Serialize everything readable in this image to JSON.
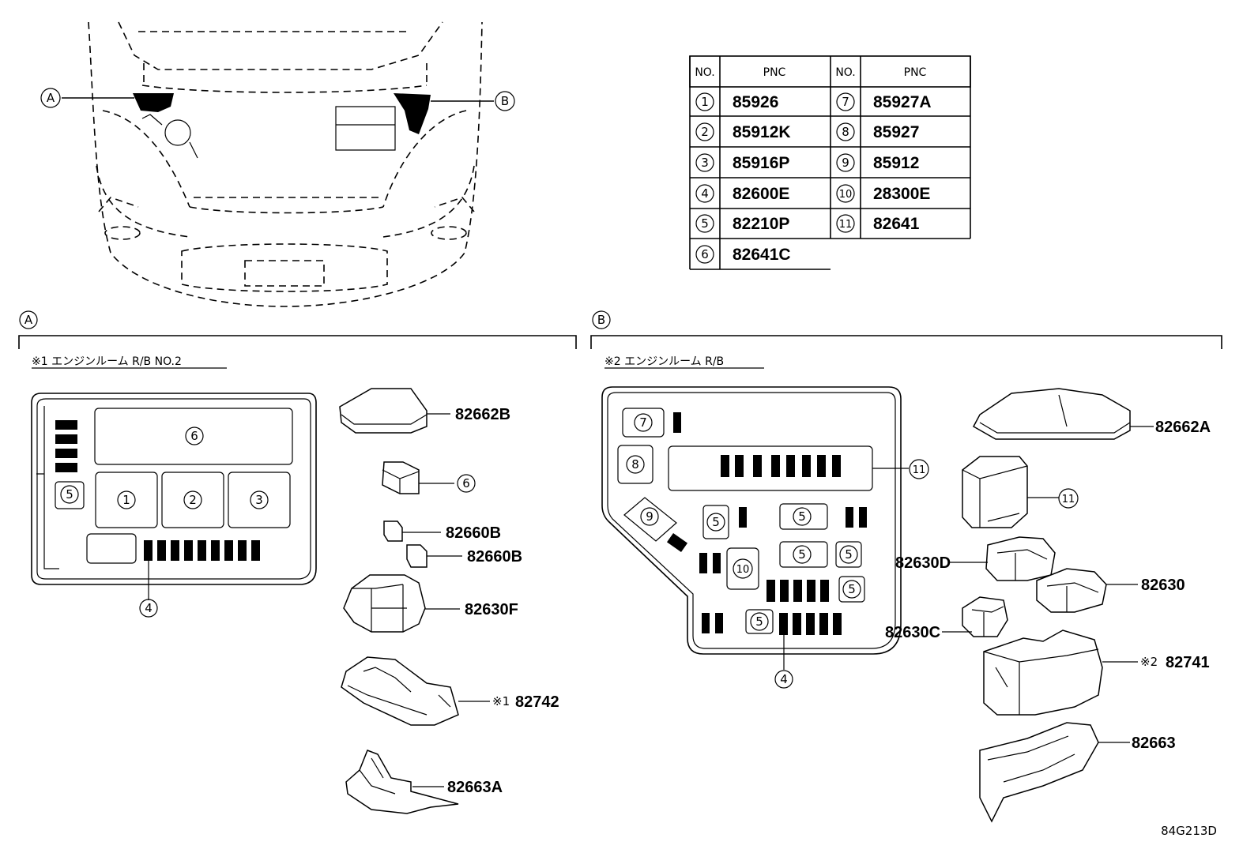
{
  "table": {
    "headers": [
      "NO.",
      "PNC",
      "NO.",
      "PNC"
    ],
    "rows": [
      {
        "no": "1",
        "pnc": "85926",
        "no2": "7",
        "pnc2": "85927A"
      },
      {
        "no": "2",
        "pnc": "85912K",
        "no2": "8",
        "pnc2": "85927"
      },
      {
        "no": "3",
        "pnc": "85916P",
        "no2": "9",
        "pnc2": "85912"
      },
      {
        "no": "4",
        "pnc": "82600E",
        "no2": "10",
        "pnc2": "28300E"
      },
      {
        "no": "5",
        "pnc": "82210P",
        "no2": "11",
        "pnc2": "82641"
      },
      {
        "no": "6",
        "pnc": "82641C",
        "no2": "",
        "pnc2": ""
      }
    ]
  },
  "overview": {
    "marker_a": "A",
    "marker_b": "B"
  },
  "section_a": {
    "marker": "A",
    "title": "※1 エンジンルーム R/B NO.2",
    "box_labels": {
      "c6": "6",
      "c1": "1",
      "c2": "2",
      "c3": "3",
      "c5": "5",
      "c4": "4"
    },
    "parts": {
      "p1": "82662B",
      "p2": "6",
      "p3": "82660B",
      "p4": "82660B",
      "p5": "82630F",
      "p6_mark": "※1",
      "p6": "82742",
      "p7": "82663A"
    }
  },
  "section_b": {
    "marker": "B",
    "title": "※2 エンジンルーム R/B",
    "box_labels": {
      "c7": "7",
      "c8": "8",
      "c9": "9",
      "c10": "10",
      "c11": "11",
      "c5": "5",
      "c4": "4"
    },
    "parts": {
      "p1": "82662A",
      "p2": "11",
      "p3": "82630D",
      "p4": "82630",
      "p5": "82630C",
      "p6_mark": "※2",
      "p6": "82741",
      "p7": "82663"
    }
  },
  "footer": {
    "code": "84G213D"
  }
}
